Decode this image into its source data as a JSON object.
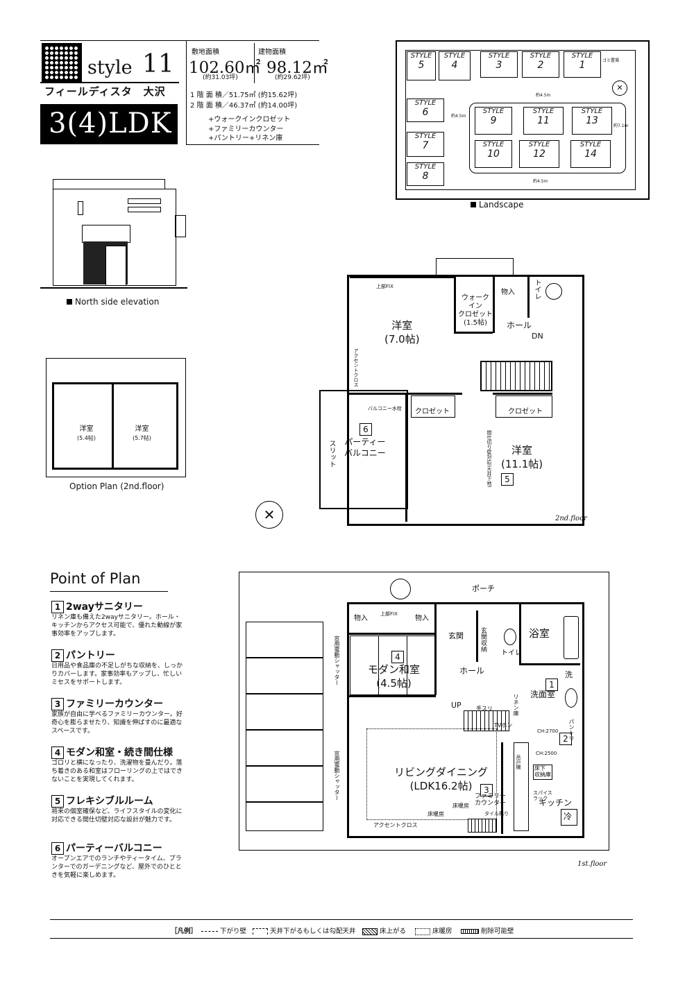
{
  "header": {
    "style_word": "style",
    "style_number": "11",
    "project_name": "フィールディスタ　大沢",
    "layout_type": "3(4)LDK",
    "site_area_label": "敷地面積",
    "site_area_value": "102.60㎡",
    "site_area_tsubo": "(約31.03坪)",
    "building_area_label": "建物面積",
    "building_area_value": "98.12㎡",
    "building_area_tsubo": "(約29.62坪)",
    "floor1_area": "1 階 面 積／51.75㎡ (約15.62坪)",
    "floor2_area": "2 階 面 積／46.37㎡ (約14.00坪)",
    "features": [
      "+ウォークインクロゼット",
      "+ファミリーカウンター",
      "+パントリー+リネン庫"
    ]
  },
  "landscape": {
    "caption": "Landscape",
    "styles": [
      {
        "label": "STYLE",
        "num": "5"
      },
      {
        "label": "STYLE",
        "num": "4"
      },
      {
        "label": "STYLE",
        "num": "3"
      },
      {
        "label": "STYLE",
        "num": "2"
      },
      {
        "label": "STYLE",
        "num": "1"
      },
      {
        "label": "STYLE",
        "num": "6"
      },
      {
        "label": "STYLE",
        "num": "7"
      },
      {
        "label": "STYLE",
        "num": "8"
      },
      {
        "label": "STYLE",
        "num": "9"
      },
      {
        "label": "STYLE",
        "num": "11"
      },
      {
        "label": "STYLE",
        "num": "13"
      },
      {
        "label": "STYLE",
        "num": "10"
      },
      {
        "label": "STYLE",
        "num": "12"
      },
      {
        "label": "STYLE",
        "num": "14"
      }
    ],
    "road_widths": [
      "約4.5m",
      "約4.5m",
      "約4.5m",
      "約7.1m"
    ],
    "trash_label": "ゴミ置場"
  },
  "elevation": {
    "caption": "North side elevation"
  },
  "option_plan": {
    "caption": "Option Plan (2nd.floor)",
    "rooms": [
      {
        "name": "洋室",
        "size": "(5.4帖)"
      },
      {
        "name": "洋室",
        "size": "(5.7帖)"
      }
    ]
  },
  "floor2": {
    "caption": "2nd.floor",
    "labels": {
      "western_room_1": "洋室",
      "western_room_1_size": "(7.0帖)",
      "upper_fix": "上部FIX",
      "walk_in_closet": "ウォーク\nイン\nクロゼット\n(1.5帖)",
      "storage": "物入",
      "toilet": "トイレ",
      "hall": "ホール",
      "down": "DN",
      "accent_cross": "アクセントクロス",
      "balcony_faucet": "バルコニー水栓",
      "closet_1": "クロゼット",
      "closet_2": "クロゼット",
      "party_balcony_num": "6",
      "party_balcony": "パーティー\nバルコニー",
      "slit": "スリット",
      "western_room_2": "洋室",
      "western_room_2_size": "(11.1帖)",
      "flexible_num": "5",
      "partition_note": "間仕切り壁対応(天井下地)"
    }
  },
  "floor1": {
    "caption": "1st.floor",
    "labels": {
      "porch": "ポーチ",
      "storage_1": "物入",
      "storage_2": "物入",
      "upper_fix": "上部FIX",
      "entrance": "玄関",
      "shoe_closet": "玄関収納",
      "toilet": "トイレ",
      "bathroom": "浴室",
      "washer": "洗",
      "japanese_num": "4",
      "japanese_room": "モダン和室",
      "japanese_size": "(4.5帖)",
      "hall": "ホール",
      "shutter_1": "窓用電動シャッター",
      "shutter_2": "窓用電動シャッター",
      "up": "UP",
      "handrail": "手スリ",
      "linen": "リネン庫",
      "washroom_num": "1",
      "washroom": "洗面室",
      "tv_outlet": "TVホン",
      "ch2700": "CH:2700",
      "ch2500": "CH:2500",
      "pantry": "パントリー",
      "pantry_num": "2",
      "living": "リビングダイニング",
      "living_size": "(LDK16.2帖)",
      "counter_num": "3",
      "family_counter": "ファミリー\nカウンター",
      "tile_note": "タイル貼り",
      "floor_heating_1": "床暖房",
      "floor_heating_2": "床暖房",
      "spice_rack": "スパイス\nラック",
      "hanging_cabinet": "吊戸棚",
      "under_floor": "床下\n収納庫",
      "kitchen": "キッチン",
      "fridge": "冷",
      "accent_cross": "アクセントクロス"
    }
  },
  "points": {
    "heading": "Point of Plan",
    "items": [
      {
        "num": "1",
        "title": "2wayサニタリー",
        "body": "リネン庫も備えた2wayサニタリー。ホール・キッチンからアクセス可能で、優れた動線が家事効率をアップします。"
      },
      {
        "num": "2",
        "title": "パントリー",
        "body": "日用品や食品庫の不足しがちな収納を、しっかりカバーします。家事効率もアップし、忙しいミセスをサポートします。"
      },
      {
        "num": "3",
        "title": "ファミリーカウンター",
        "body": "家族が自由に学べるファミリーカウンター。好奇心を膨らませたり、知識を伸ばすのに最適なスペースです。"
      },
      {
        "num": "4",
        "title": "モダン和室・続き間仕様",
        "body": "ゴロリと横になったり、洗濯物を畳んだり。落ち着きのある和室はフローリングの上ではできないことを実現してくれます。"
      },
      {
        "num": "5",
        "title": "フレキシブルルーム",
        "body": "将来の個室確保など、ライフスタイルの変化に対応できる間仕切壁対応な設計が魅力です。"
      },
      {
        "num": "6",
        "title": "パーティーバルコニー",
        "body": "オープンエアでのランチやティータイム、プランターでのガーデニングなど、屋外でのひとときを気軽に楽しめます。"
      }
    ]
  },
  "legend": {
    "title": "［凡例］",
    "items": [
      "下がり壁",
      "天井下がるもしくは勾配天井",
      "床上がる",
      "床暖房",
      "削除可能壁"
    ]
  }
}
